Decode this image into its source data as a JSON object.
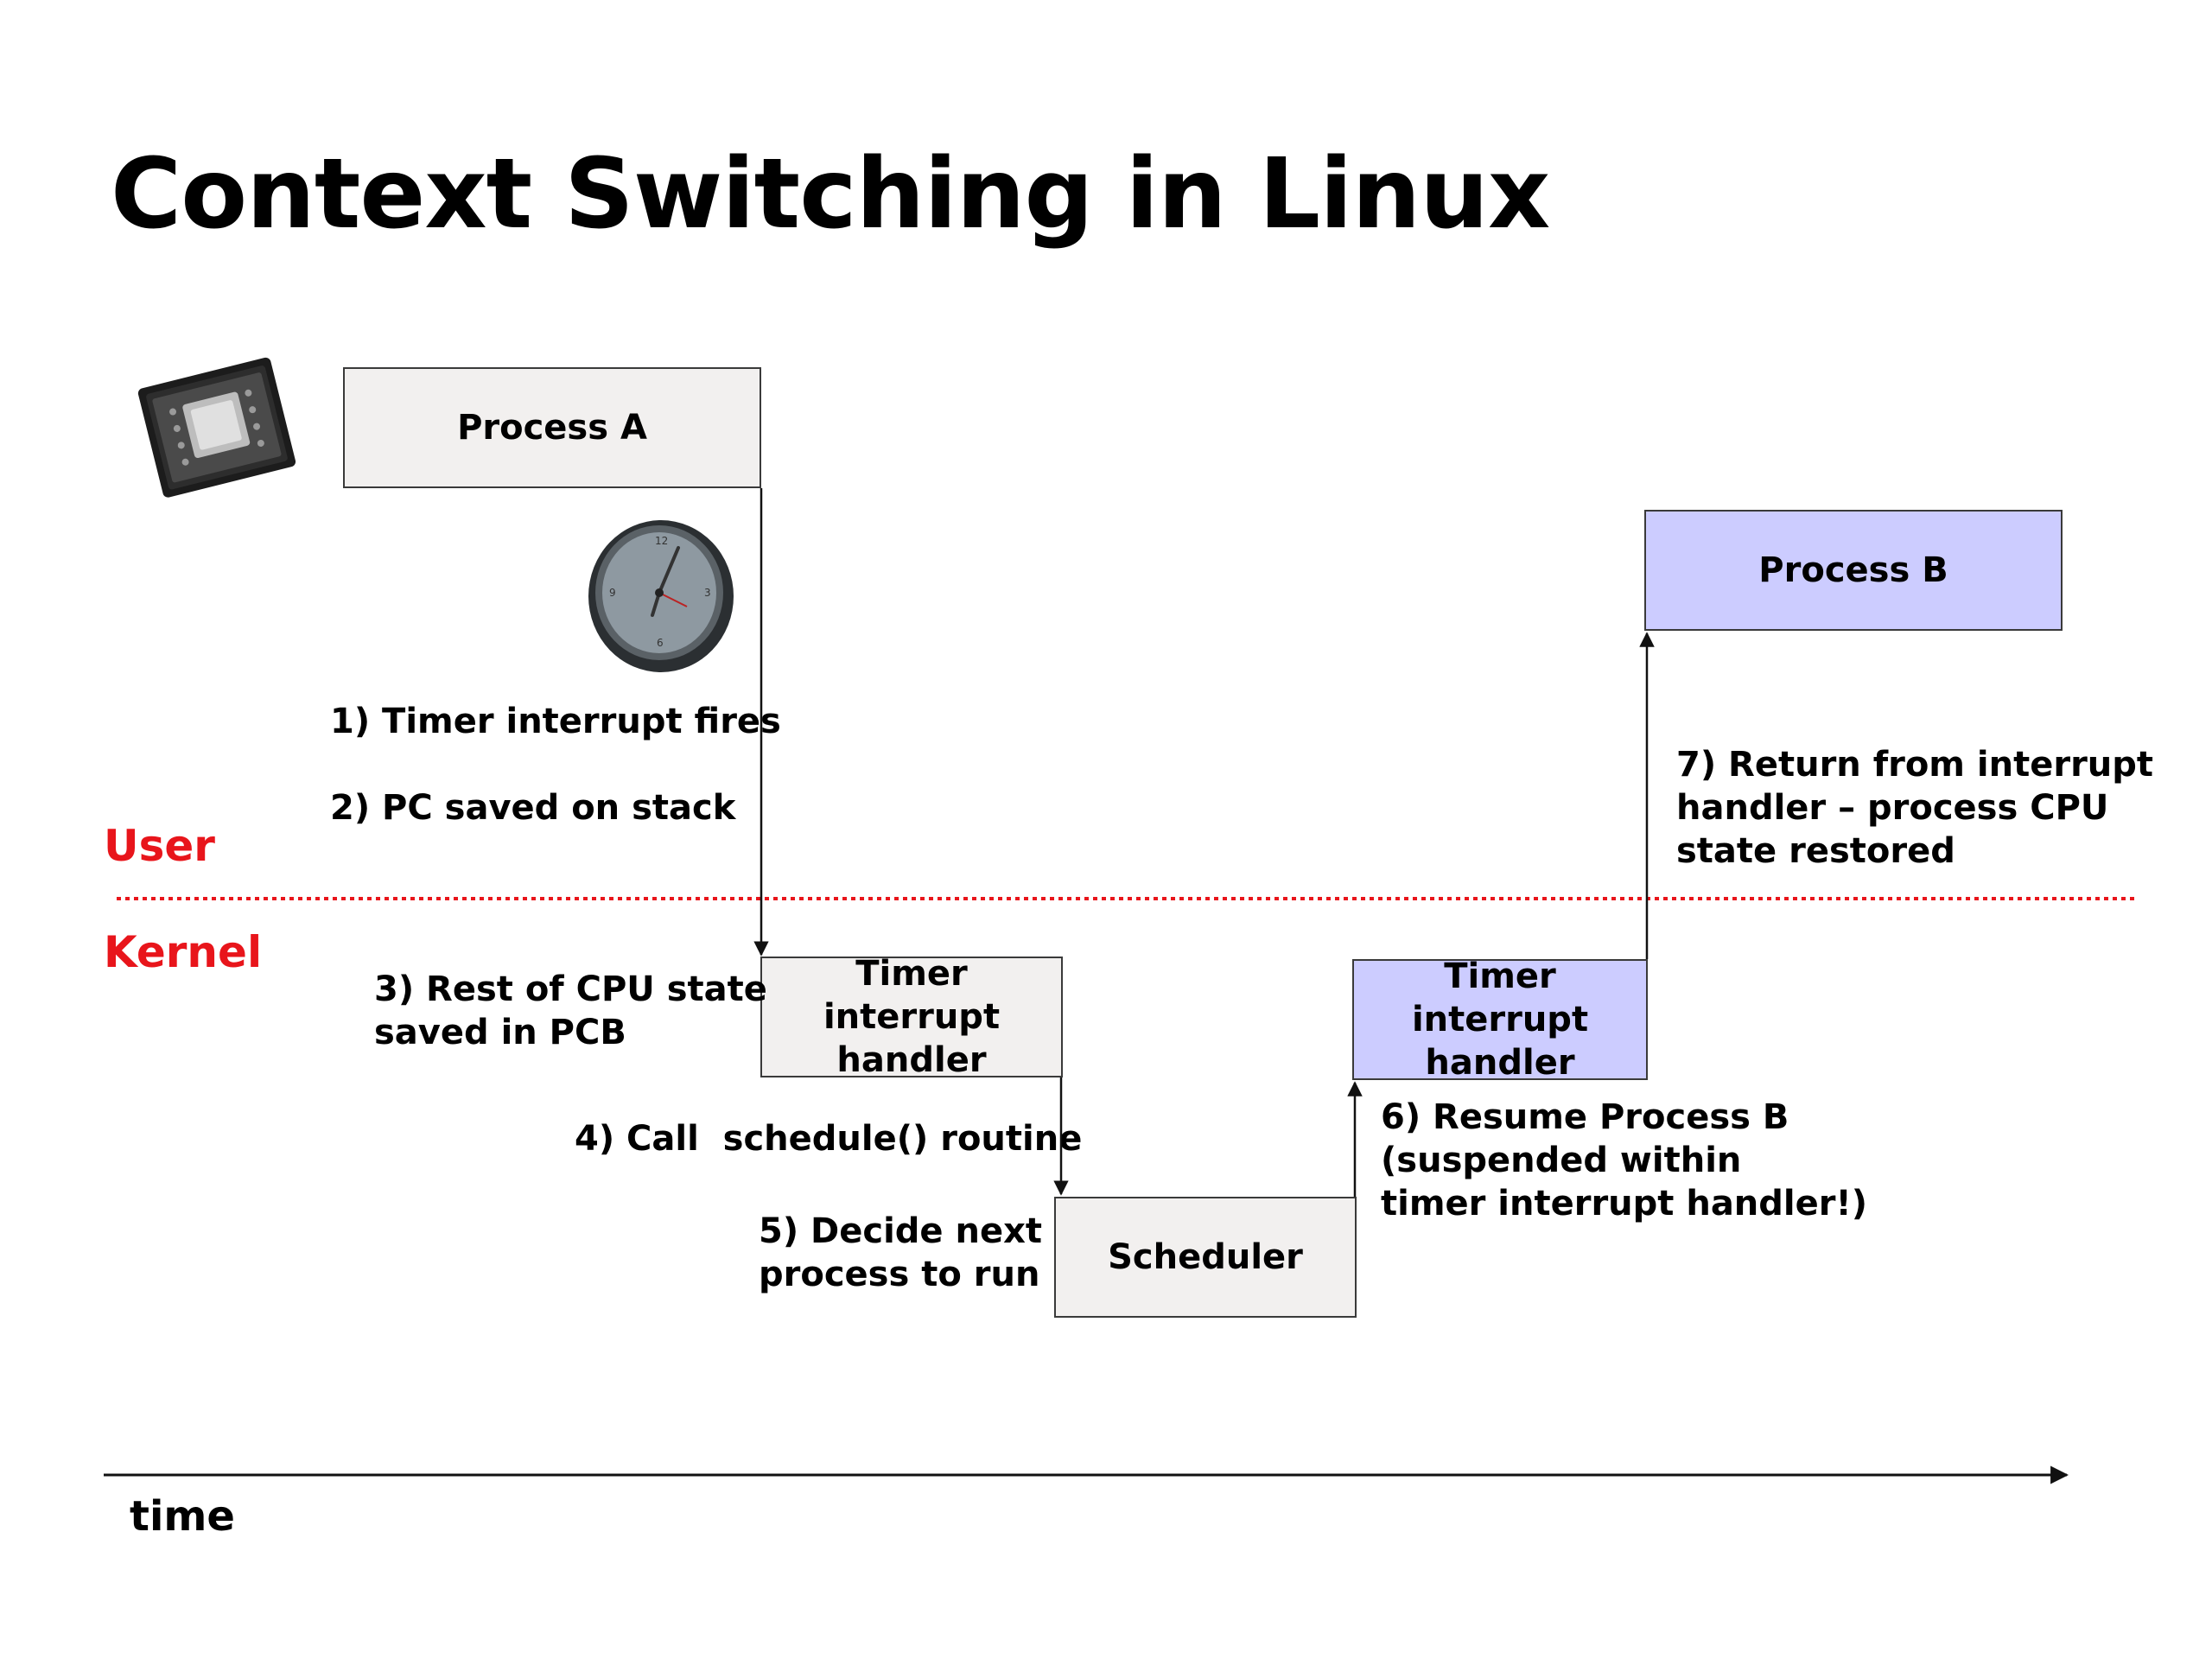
{
  "title": "Context Switching in Linux",
  "zones": {
    "user": "User",
    "kernel": "Kernel"
  },
  "boxes": {
    "process_a": "Process A",
    "process_b": "Process B",
    "timer_handler_a": "Timer interrupt handler",
    "scheduler": "Scheduler",
    "timer_handler_b": "Timer interrupt handler"
  },
  "steps": {
    "s1": "1) Timer interrupt fires",
    "s2": "2) PC saved on stack",
    "s3a": "3) Rest of CPU state",
    "s3b": "saved in PCB",
    "s4": "4) Call  schedule() routine",
    "s5a": "5) Decide next",
    "s5b": "process to run",
    "s6a": "6) Resume Process B",
    "s6b": "(suspended within",
    "s6c": "timer interrupt handler!)",
    "s7a": "7) Return from interrupt",
    "s7b": "handler – process CPU",
    "s7c": "state restored"
  },
  "axis": {
    "label": "time"
  },
  "colors": {
    "boundary": "#e8151b",
    "grey_box": "#f2f0ef",
    "blue_box": "#ccccff",
    "zone_text": "#e8151b"
  },
  "icons": [
    "cpu-chip-icon",
    "wall-clock-icon"
  ]
}
